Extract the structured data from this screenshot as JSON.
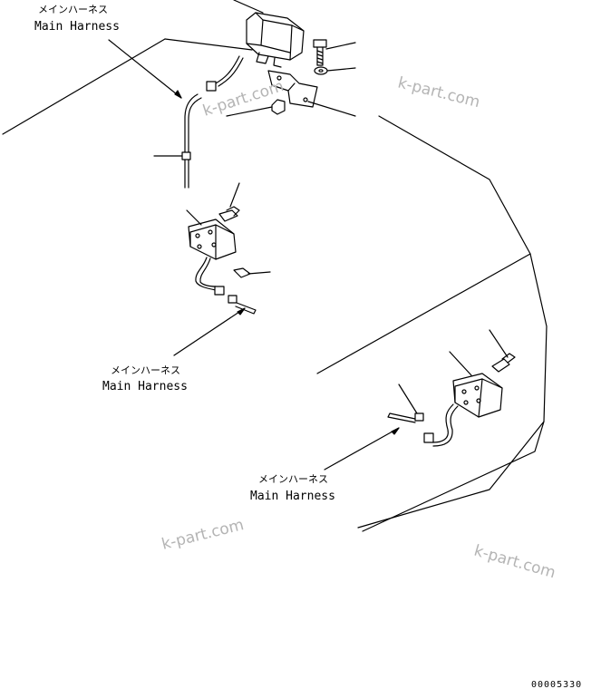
{
  "labels": {
    "top": {
      "jp": "メインハーネス",
      "en": "Main Harness"
    },
    "middle": {
      "jp": "メインハーネス",
      "en": "Main Harness"
    },
    "right": {
      "jp": "メインハーネス",
      "en": "Main Harness"
    }
  },
  "watermarks": [
    "k-part.com",
    "k-part.com",
    "k-part.com",
    "k-part.com"
  ],
  "drawing_code": "00005330"
}
